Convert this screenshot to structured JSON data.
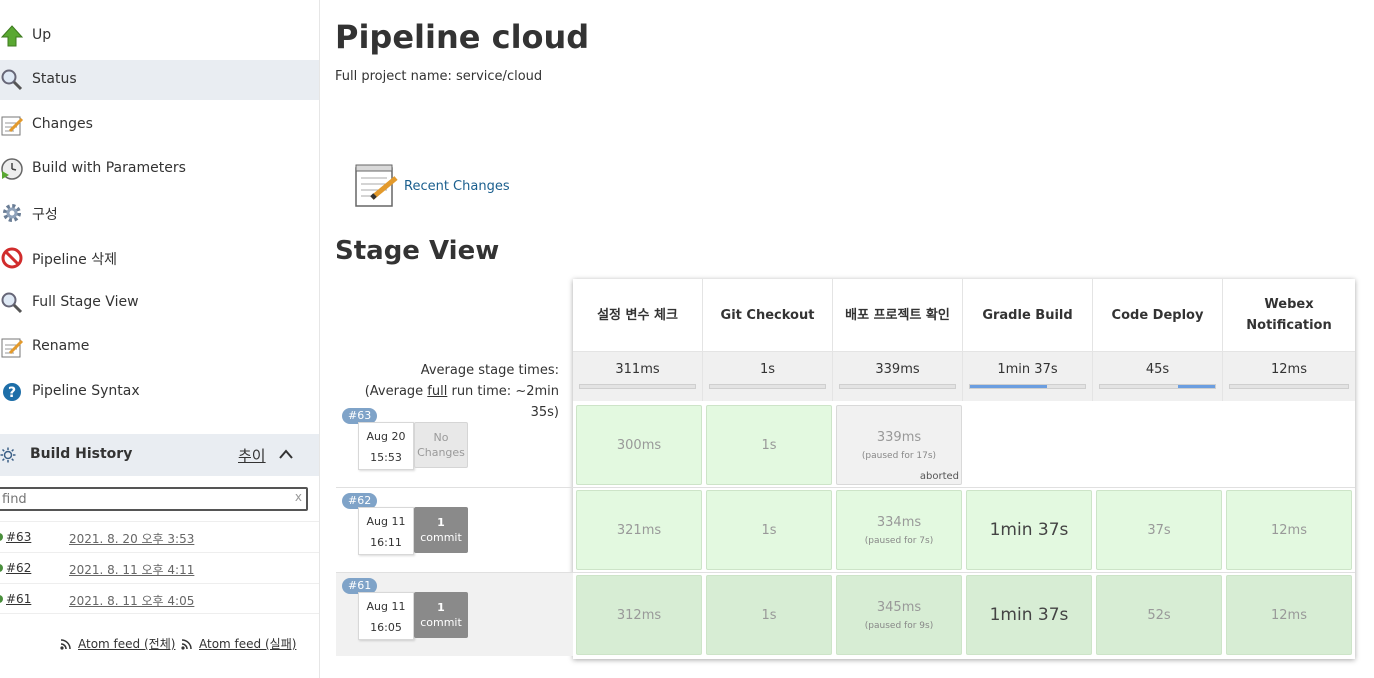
{
  "sidebar": {
    "tasks": [
      {
        "label": "Up",
        "icon": "up-arrow-icon"
      },
      {
        "label": "Status",
        "icon": "search-icon",
        "active": true
      },
      {
        "label": "Changes",
        "icon": "notepad-icon"
      },
      {
        "label": "Build with Parameters",
        "icon": "clock-play-icon"
      },
      {
        "label": "구성",
        "icon": "gear-icon"
      },
      {
        "label": "Pipeline 삭제",
        "icon": "no-entry-icon"
      },
      {
        "label": "Full Stage View",
        "icon": "search-icon"
      },
      {
        "label": "Rename",
        "icon": "notepad-icon"
      },
      {
        "label": "Pipeline Syntax",
        "icon": "help-icon"
      }
    ],
    "build_history": {
      "title": "Build History",
      "trend": "추이",
      "find_placeholder": "find",
      "clear": "x",
      "builds": [
        {
          "number": "#63",
          "date": "2021. 8. 20 오후 3:53"
        },
        {
          "number": "#62",
          "date": "2021. 8. 11 오후 4:11"
        },
        {
          "number": "#61",
          "date": "2021. 8. 11 오후 4:05"
        }
      ],
      "feeds": {
        "all": "Atom feed (전체)",
        "failed": "Atom feed (실패)"
      }
    }
  },
  "main": {
    "title": "Pipeline cloud",
    "full_project_name": "Full project name: service/cloud",
    "recent_changes": "Recent Changes",
    "stage_view_title": "Stage View",
    "avg_stage_times": "Average stage times:",
    "avg_run_prefix": "(Average ",
    "avg_run_link": "full",
    "avg_run_suffix": " run time: ~2min 35s)"
  },
  "stages": [
    {
      "name": "설정 변수 체크",
      "avg": "311ms",
      "fill": 0.0
    },
    {
      "name": "Git Checkout",
      "avg": "1s",
      "fill": 0.0
    },
    {
      "name": "배포 프로젝트 확인",
      "avg": "339ms",
      "fill": 0.0
    },
    {
      "name": "Gradle Build",
      "avg": "1min 37s",
      "fill": 0.67
    },
    {
      "name": "Code Deploy",
      "avg": "45s",
      "fill": 0.32
    },
    {
      "name": "Webex Notification",
      "avg": "12ms",
      "fill": 0.0
    }
  ],
  "runs": [
    {
      "badge": "#63",
      "month_day": "Aug 20",
      "time": "15:53",
      "changes_line1": "No",
      "changes_line2": "Changes",
      "has_commit": false,
      "cells": [
        {
          "value": "300ms",
          "state": "success"
        },
        {
          "value": "1s",
          "state": "success"
        },
        {
          "value": "339ms",
          "state": "aborted",
          "paused": "(paused for 17s)",
          "status": "aborted"
        },
        null,
        null,
        null
      ]
    },
    {
      "badge": "#62",
      "month_day": "Aug 11",
      "time": "16:11",
      "changes_line1": "1",
      "changes_line2": "commit",
      "has_commit": true,
      "cells": [
        {
          "value": "321ms",
          "state": "success"
        },
        {
          "value": "1s",
          "state": "success"
        },
        {
          "value": "334ms",
          "state": "success",
          "paused": "(paused for 7s)"
        },
        {
          "value": "1min 37s",
          "state": "success",
          "big": true
        },
        {
          "value": "37s",
          "state": "success"
        },
        {
          "value": "12ms",
          "state": "success"
        }
      ]
    },
    {
      "badge": "#61",
      "month_day": "Aug 11",
      "time": "16:05",
      "changes_line1": "1",
      "changes_line2": "commit",
      "has_commit": true,
      "cells": [
        {
          "value": "312ms",
          "state": "success"
        },
        {
          "value": "1s",
          "state": "success"
        },
        {
          "value": "345ms",
          "state": "success",
          "paused": "(paused for 9s)"
        },
        {
          "value": "1min 37s",
          "state": "success",
          "big": true
        },
        {
          "value": "52s",
          "state": "success"
        },
        {
          "value": "12ms",
          "state": "success"
        }
      ]
    }
  ],
  "colors": {
    "success": "#e3f9e0",
    "aborted": "#f1f1f1",
    "bar_fill": "#6b9ee0",
    "link": "#1b5f8e"
  }
}
